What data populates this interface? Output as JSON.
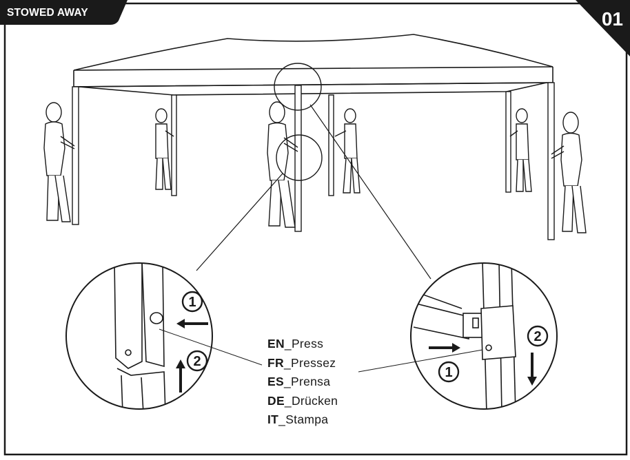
{
  "header": {
    "title": "STOWED AWAY",
    "page_number": "01"
  },
  "steps": [
    "1",
    "2"
  ],
  "legend": [
    {
      "code": "EN",
      "text": "_Press"
    },
    {
      "code": "FR",
      "text": "_Pressez"
    },
    {
      "code": "ES",
      "text": "_Prensa"
    },
    {
      "code": "DE",
      "text": "_Drücken"
    },
    {
      "code": "IT",
      "text": "_Stampa"
    }
  ]
}
